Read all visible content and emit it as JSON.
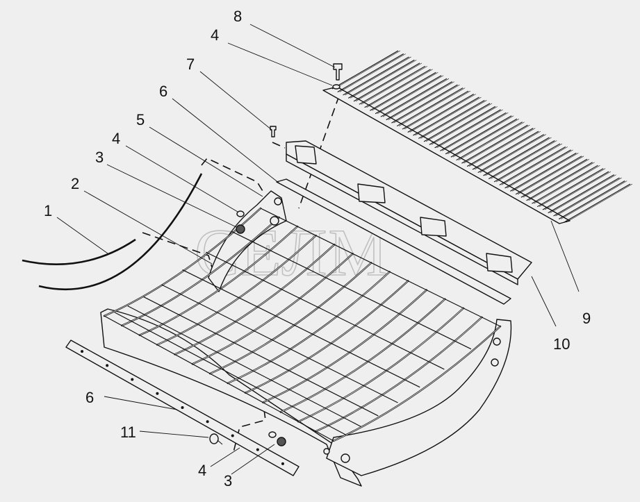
{
  "watermark": "СЕЛМ",
  "callouts": {
    "c8": "8",
    "c4_top": "4",
    "c7": "7",
    "c6_top": "6",
    "c5": "5",
    "c4_mid": "4",
    "c3_top": "3",
    "c2": "2",
    "c1": "1",
    "c9": "9",
    "c10": "10",
    "c6_bottom": "6",
    "c11": "11",
    "c4_bottom": "4",
    "c3_bottom": "3"
  },
  "colors": {
    "background": "#efefef",
    "line": "#111111"
  }
}
